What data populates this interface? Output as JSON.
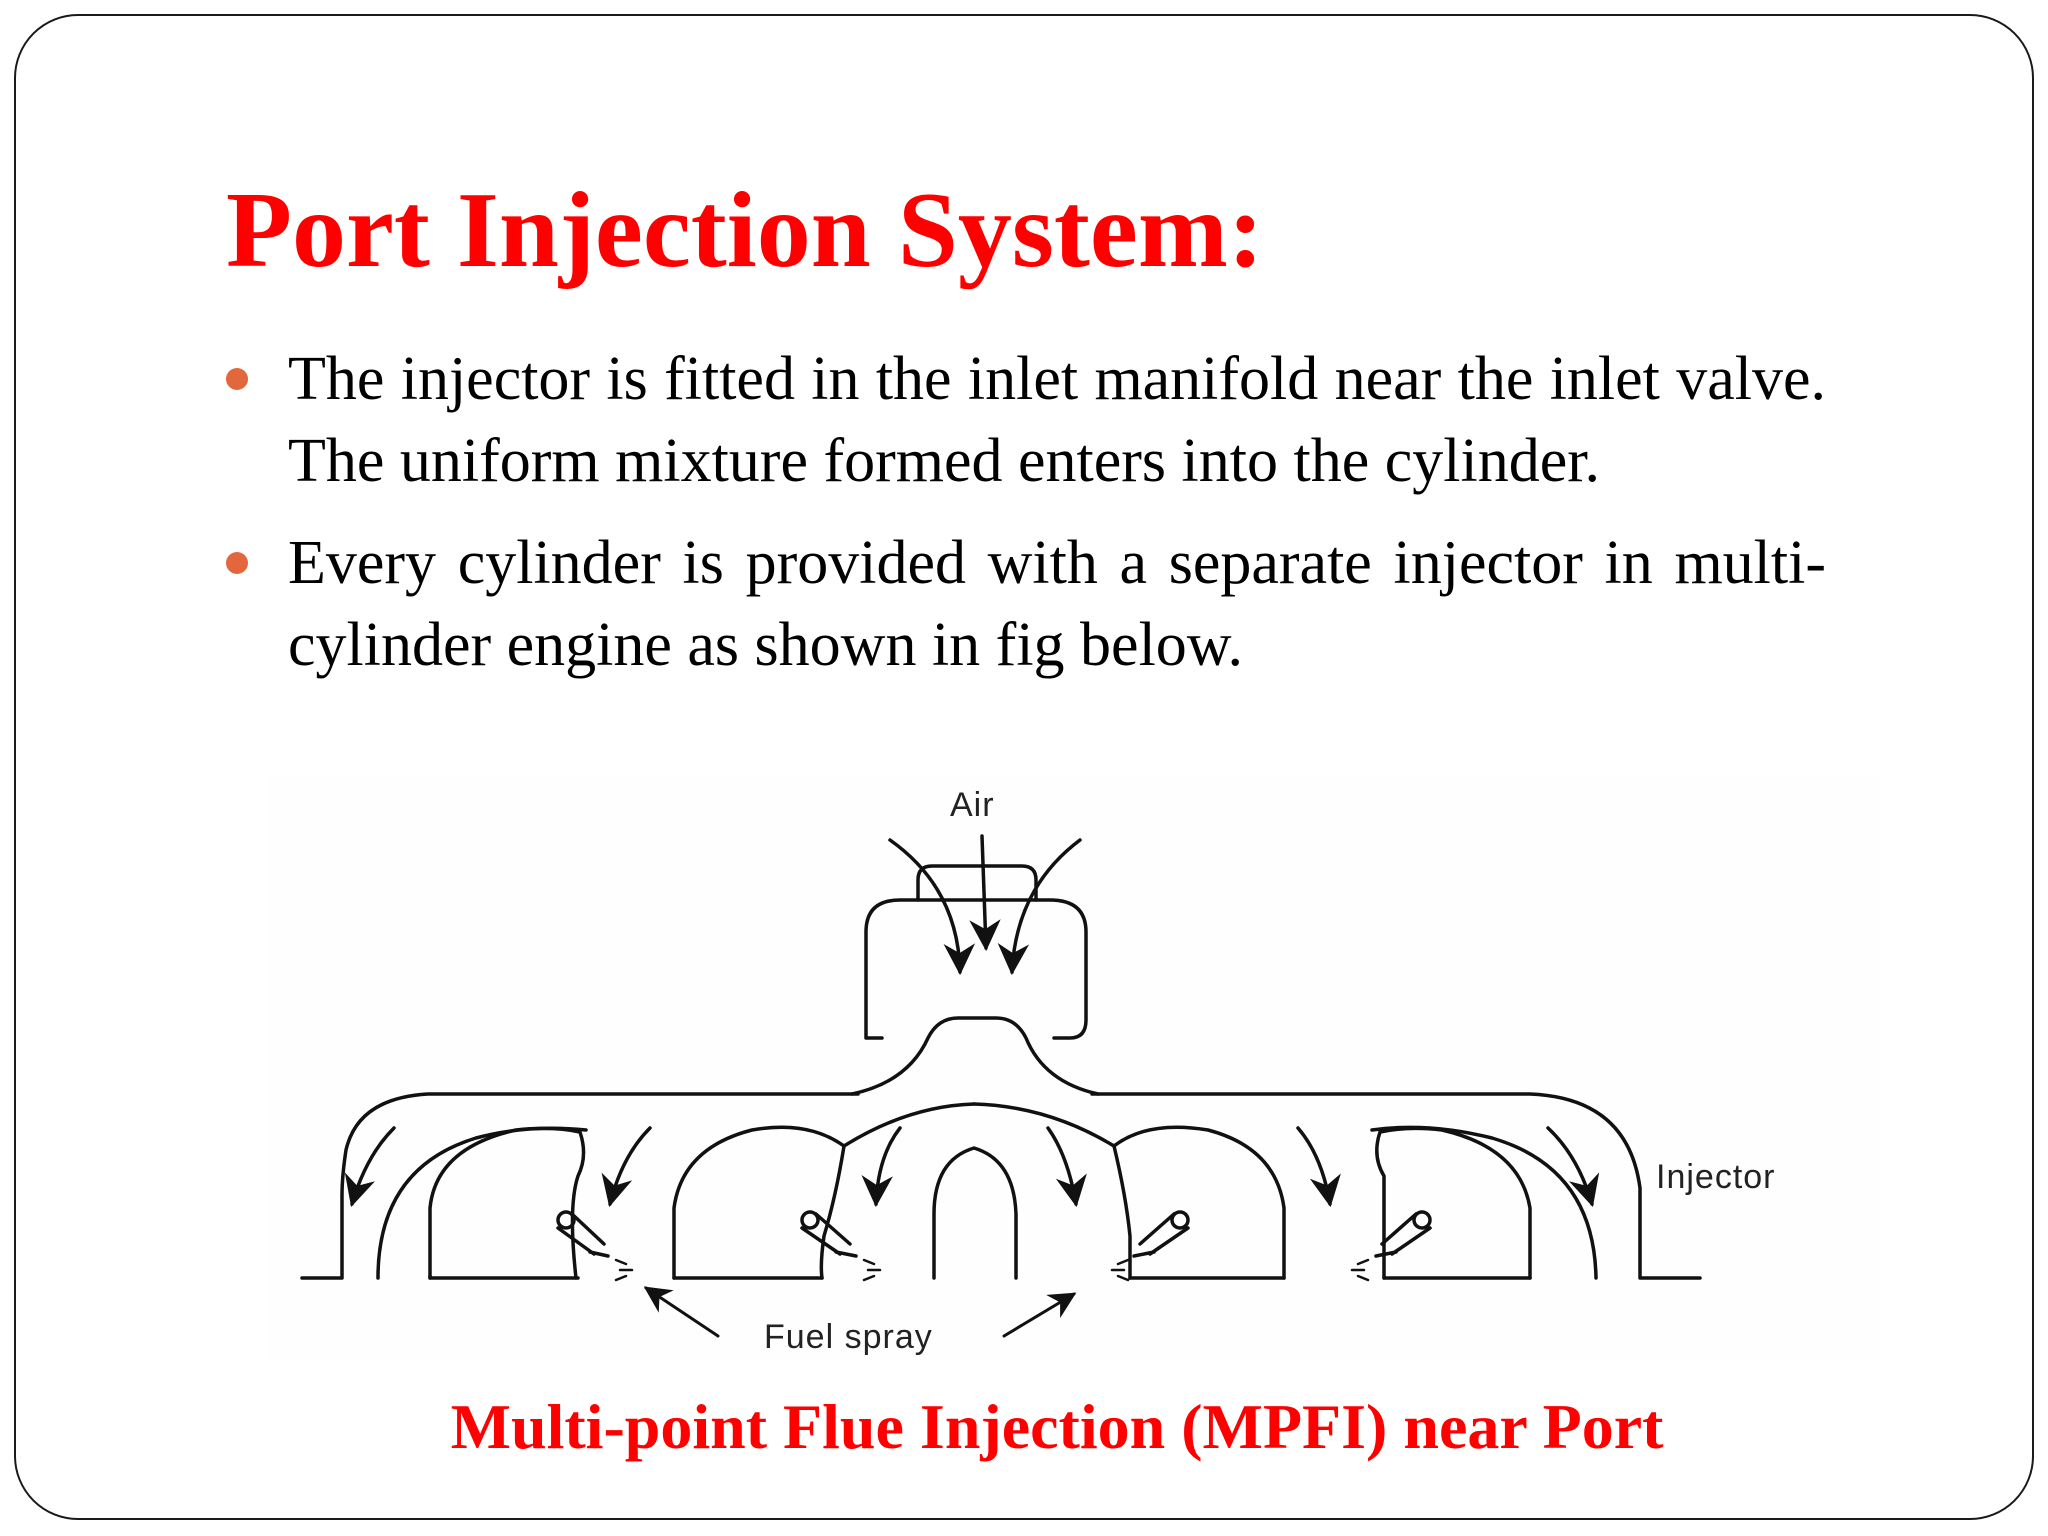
{
  "slide": {
    "title": "Port Injection System:",
    "bullets": [
      "The injector is fitted in the inlet manifold near the inlet valve. The uniform mixture formed enters into the cylinder.",
      "Every cylinder is provided with a separate injector in multi-cylinder engine as shown in fig below."
    ],
    "caption": "Multi-point Flue Injection (MPFI) near Port"
  },
  "diagram": {
    "labels": {
      "air": "Air",
      "injector": "Injector",
      "fuel_spray": "Fuel spray"
    }
  },
  "colors": {
    "title": "#ff0000",
    "caption": "#ff0000",
    "bullet": "#e2673c",
    "body_text": "#000000",
    "frame": "#1a1a1a"
  }
}
